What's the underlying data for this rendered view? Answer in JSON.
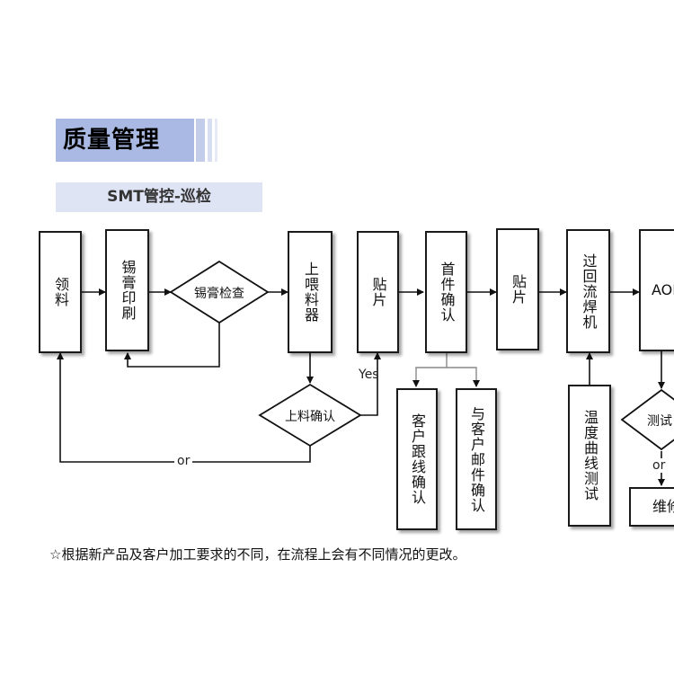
{
  "header": {
    "title": "质量管理",
    "subtitle": "SMT管控-巡检"
  },
  "boxes": {
    "lingliao": "领料",
    "xigao_yinshua": "锡膏印刷",
    "shang_weiliaoqi": "上喂料器",
    "tiepian_1": "贴片",
    "shoujian_queren": "首件确认",
    "tiepian_2": "贴片",
    "guo_huiliuhan": "过回流焊机",
    "aoi": "AOI",
    "kehu_genxian": "客户跟线确认",
    "kehu_youjian": "与客户邮件确认",
    "wendu_quxian": "温度曲线测试",
    "weixiu": "维修"
  },
  "decisions": {
    "xigao_jiancha": "锡膏检查",
    "shangliao_queren": "上料确认",
    "ceshi": "测试"
  },
  "labels": {
    "yes": "Yes",
    "or_1": "or",
    "or_2": "or"
  },
  "note": "☆根据新产品及客户加工要求的不同，在流程上会有不同情况的更改。"
}
